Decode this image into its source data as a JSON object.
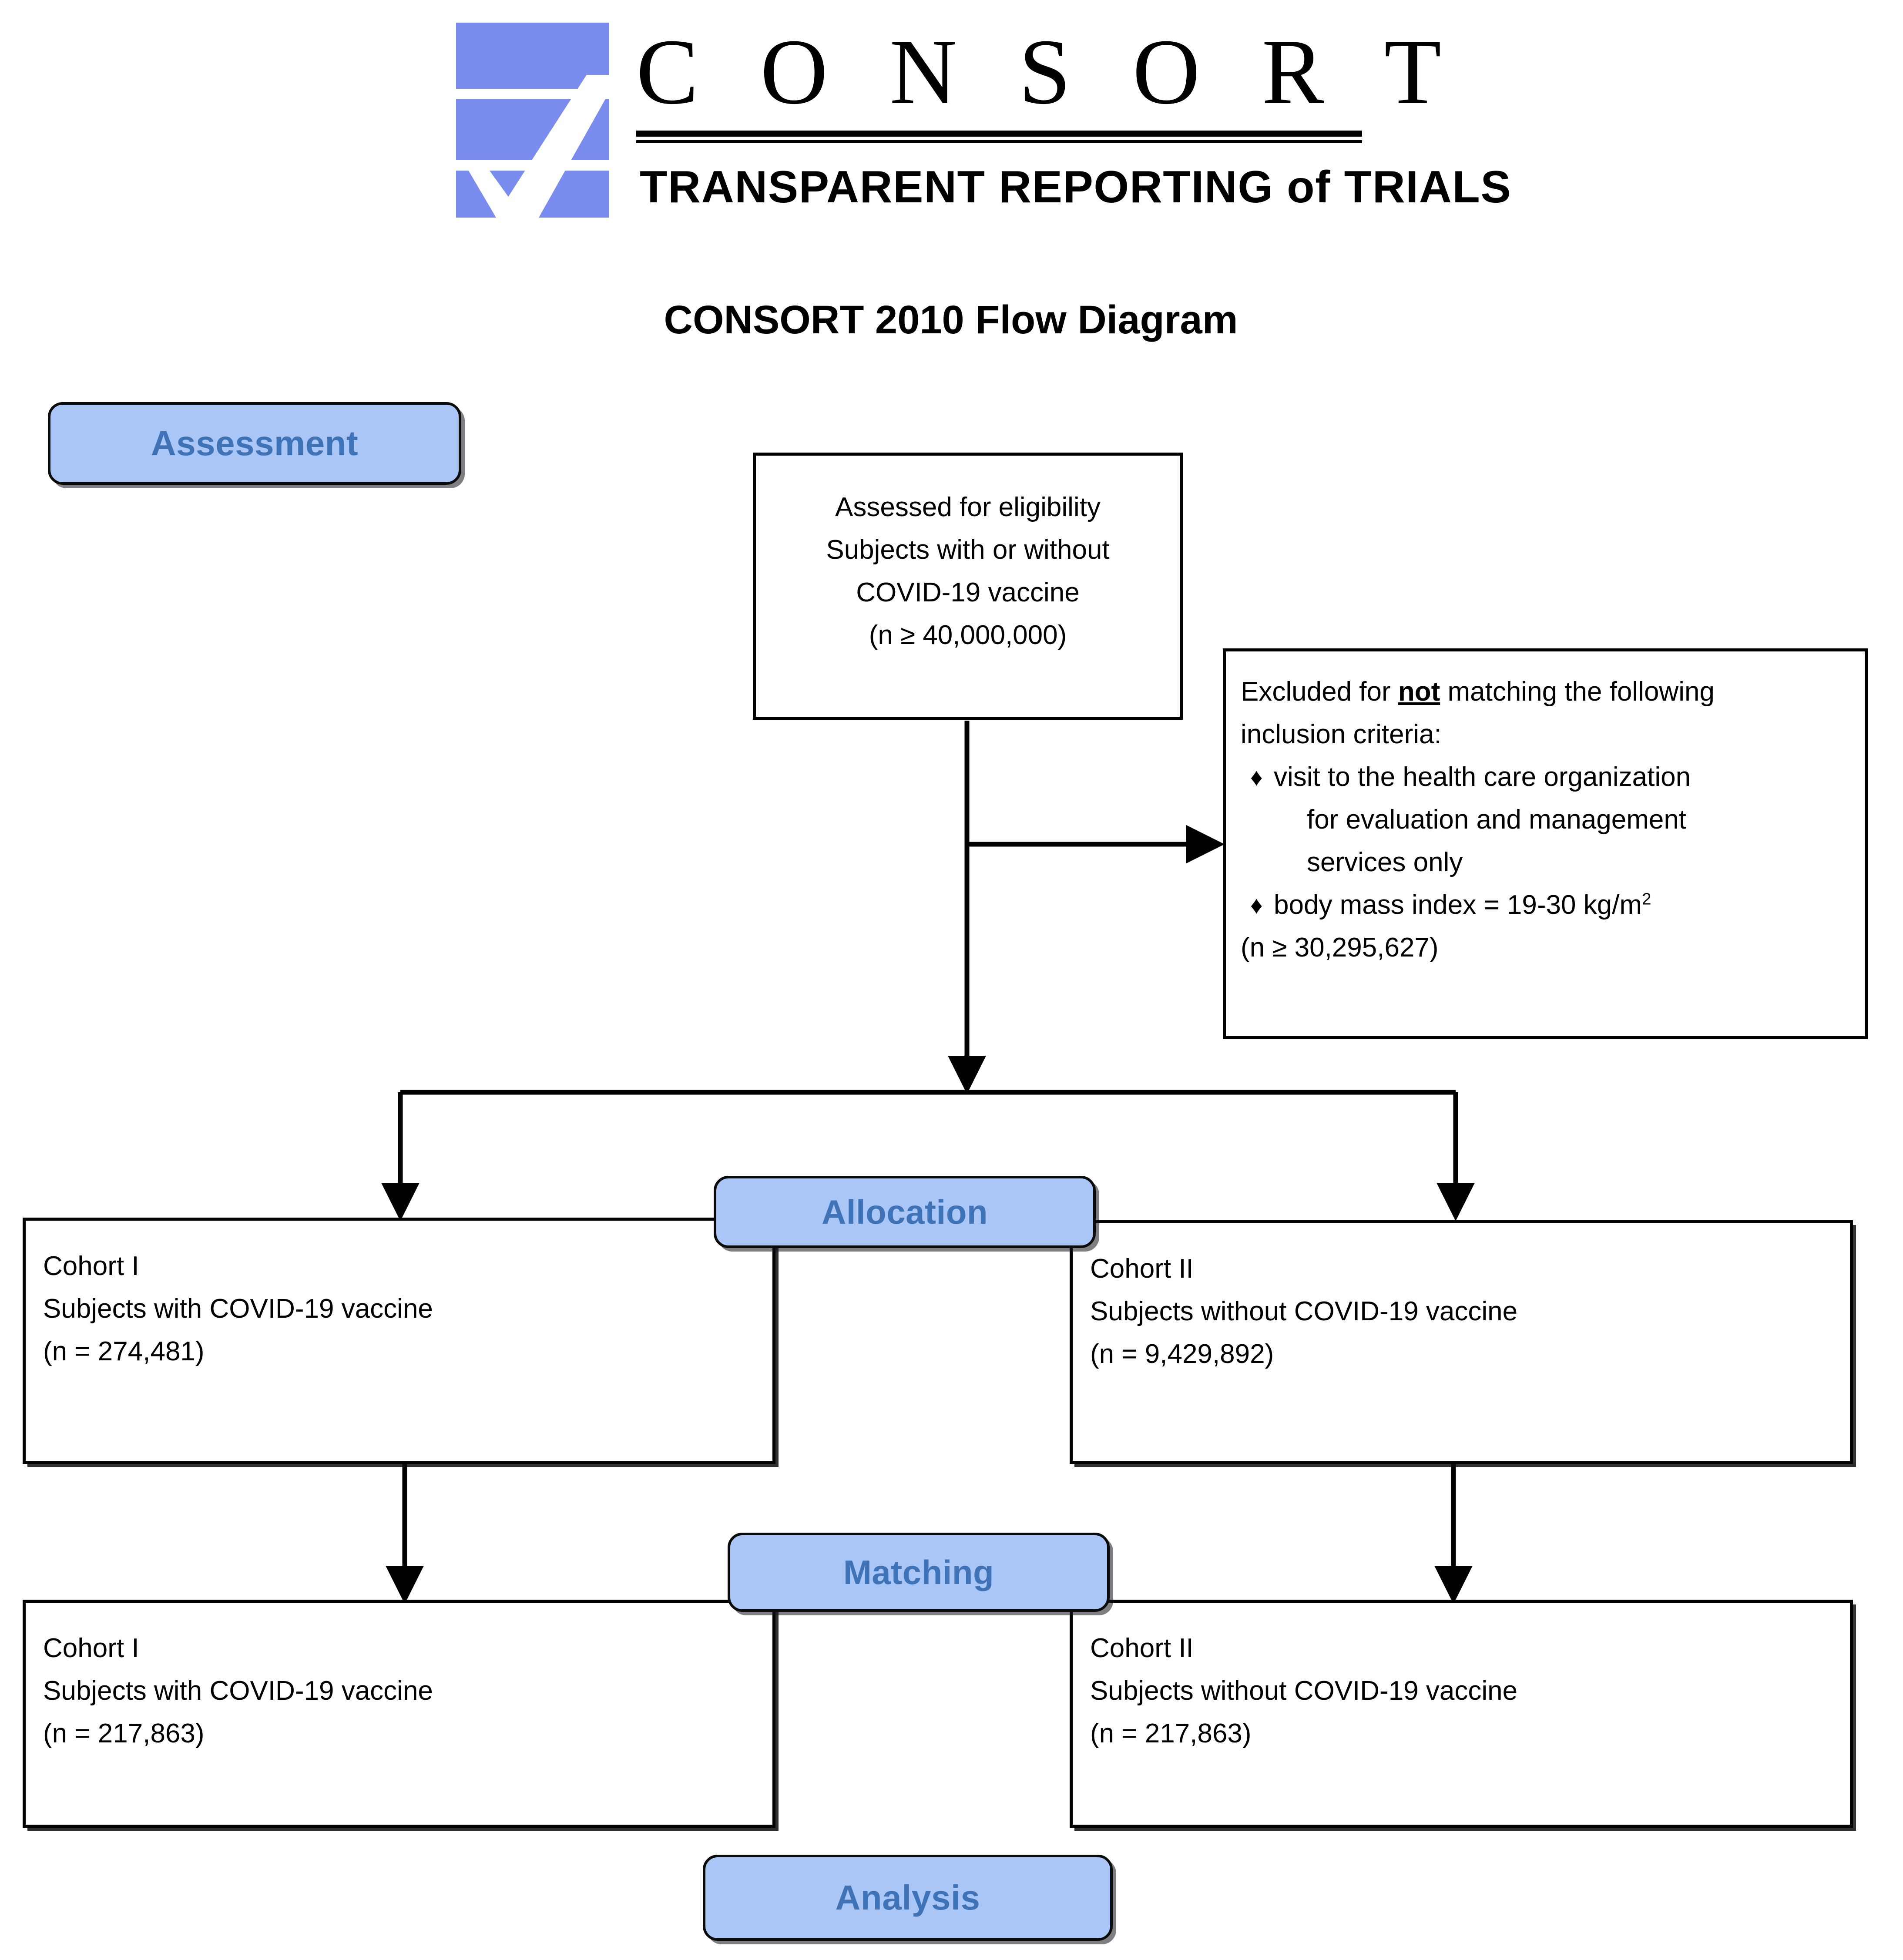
{
  "brand": {
    "wordmark": "C O N S O R T",
    "tagline": "TRANSPARENT REPORTING of TRIALS",
    "logo_color": "#7A8CEE"
  },
  "title": "CONSORT 2010 Flow Diagram",
  "colors": {
    "badge_fill": "#A9C6F7",
    "badge_text": "#3E73B8",
    "box_border": "#000000",
    "connector": "#000000"
  },
  "stages": {
    "assessment": "Assessment",
    "allocation": "Allocation",
    "matching": "Matching",
    "analysis": "Analysis"
  },
  "boxes": {
    "eligibility": {
      "line1": "Assessed for eligibility",
      "line2": "Subjects with or without",
      "line3": "COVID-19 vaccine",
      "line4": "(n ≥ 40,000,000)"
    },
    "excluded": {
      "lead_a": "Excluded for ",
      "lead_not": "not",
      "lead_b": " matching the following",
      "lead_c": "inclusion criteria:",
      "criteria": [
        {
          "bullet": "♦",
          "line1": "visit to the health care organization",
          "line2": "for evaluation and management",
          "line3": "services only"
        },
        {
          "bullet": "♦",
          "line1": "body mass index = 19-30 kg/m",
          "sup": "2",
          "line2": "",
          "line3": ""
        }
      ],
      "count": "(n ≥ 30,295,627)"
    },
    "allocation_left": {
      "cohort": "Cohort I",
      "description": "Subjects with COVID-19 vaccine",
      "count": "(n = 274,481)"
    },
    "allocation_right": {
      "cohort": "Cohort II",
      "description": "Subjects without COVID-19 vaccine",
      "count": "(n = 9,429,892)"
    },
    "matching_left": {
      "cohort": "Cohort I",
      "description": "Subjects with COVID-19 vaccine",
      "count": "(n = 217,863)"
    },
    "matching_right": {
      "cohort": "Cohort II",
      "description": "Subjects without COVID-19 vaccine",
      "count": "(n = 217,863)"
    }
  }
}
